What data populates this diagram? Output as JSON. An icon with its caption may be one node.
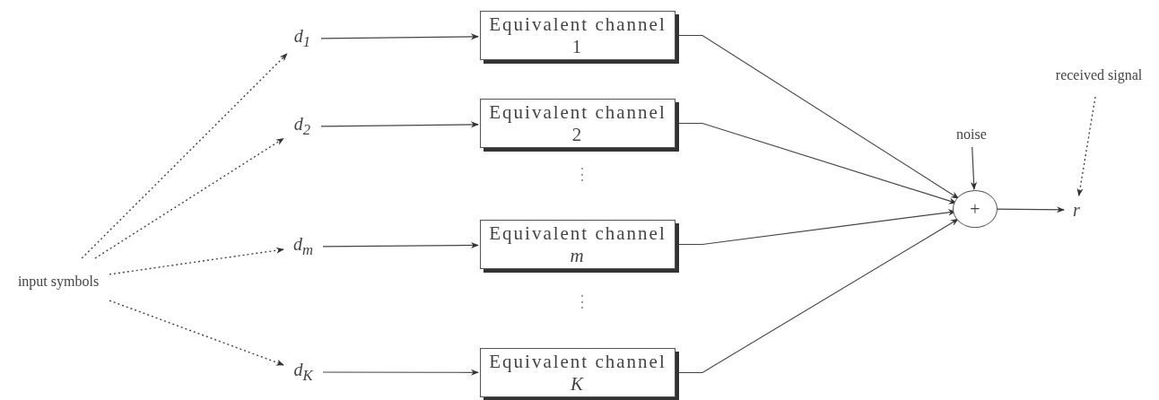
{
  "diagram": {
    "nodes": [
      {
        "text": [
          "input symbols"
        ]
      },
      {
        "text": [
          "d$_{1}$"
        ]
      },
      {
        "text": [
          "d$_{2}$"
        ]
      },
      {
        "text": [
          "d$_{m}$"
        ]
      },
      {
        "text": [
          "d$_{K}$"
        ]
      },
      {
        "text": [
          "Equivalent channel 1"
        ]
      },
      {
        "text": [
          "Equivalent channel 2"
        ]
      },
      {
        "text": [
          "Equivalent channel *m*"
        ]
      },
      {
        "text": [
          "Equivalent channel *K*"
        ]
      },
      {
        "text": [
          "+"
        ]
      },
      {
        "text": [
          "noise"
        ]
      },
      {
        "text": [
          "r"
        ]
      },
      {
        "text": [
          "received signal"
        ]
      }
    ],
    "edges": [
      {
        "from": 0,
        "to": 1,
        "arrow": "to",
        "style": "dashed"
      },
      {
        "from": 0,
        "to": 2,
        "arrow": "to",
        "style": "dashed"
      },
      {
        "from": 0,
        "to": 3,
        "arrow": "to",
        "style": "dashed"
      },
      {
        "from": 0,
        "to": 4,
        "arrow": "to",
        "style": "dashed"
      },
      {
        "from": 1,
        "to": 5,
        "arrow": "to"
      },
      {
        "from": 2,
        "to": 6,
        "arrow": "to"
      },
      {
        "from": 3,
        "to": 7,
        "arrow": "to"
      },
      {
        "from": 4,
        "to": 8,
        "arrow": "to"
      },
      {
        "from": 5,
        "to": 9,
        "arrow": "to"
      },
      {
        "from": 6,
        "to": 9,
        "arrow": "to"
      },
      {
        "from": 7,
        "to": 9,
        "arrow": "to"
      },
      {
        "from": 8,
        "to": 9,
        "arrow": "to"
      },
      {
        "from": 10,
        "to": 9,
        "arrow": "to"
      },
      {
        "from": 9,
        "to": 11,
        "arrow": "to"
      },
      {
        "from": 12,
        "to": 11,
        "arrow": "to",
        "style": "dashed"
      }
    ],
    "labels": [
      "⋮",
      "⋮"
    ]
  }
}
